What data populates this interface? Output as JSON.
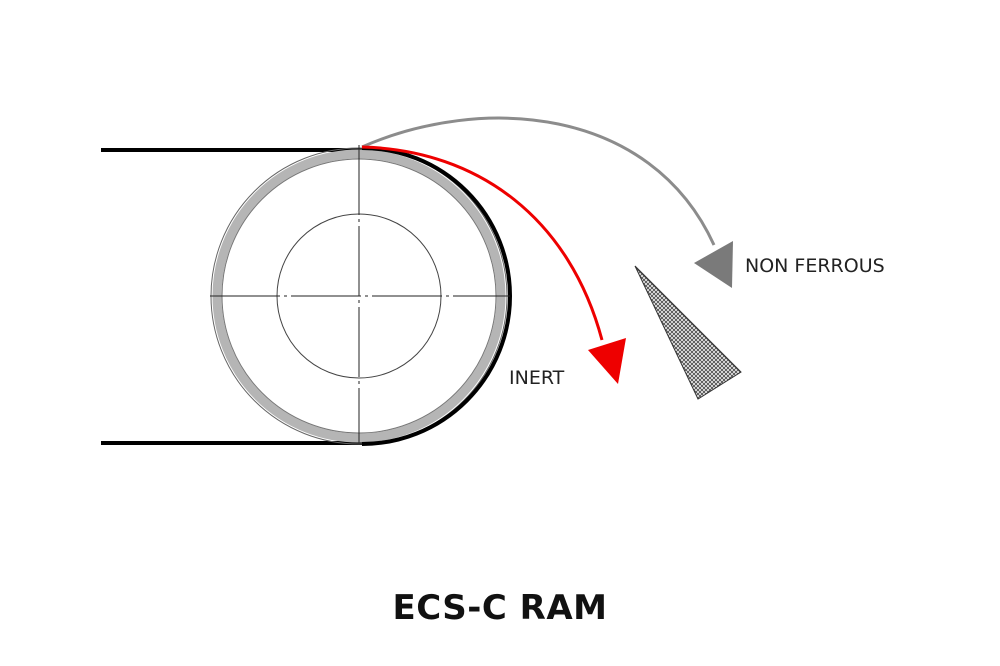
{
  "labels": {
    "non_ferrous": "NON FERROUS",
    "inert": "INERT"
  },
  "title": "ECS-C RAM",
  "colors": {
    "belt": "#000000",
    "drum_shell": "#b5b5b5",
    "inert_path": "#ee0000",
    "non_ferrous_path": "#8c8c8c",
    "splitter_fill": "#6e6e6e",
    "text": "#222222"
  }
}
